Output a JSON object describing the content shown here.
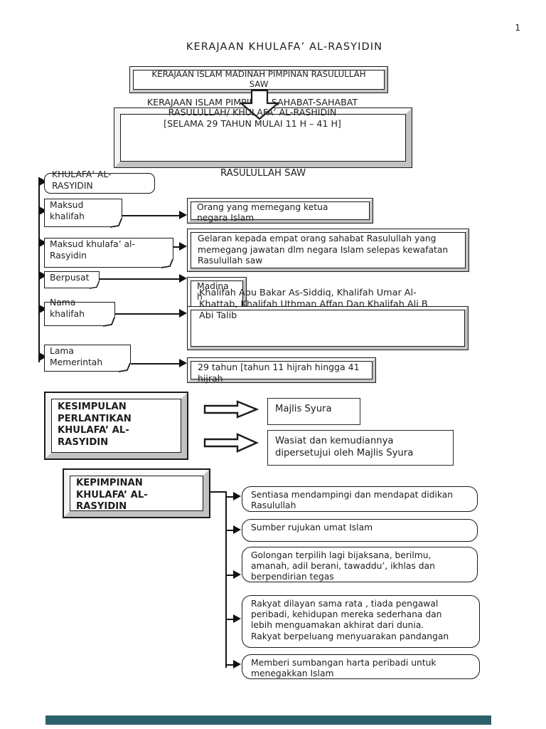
{
  "page": {
    "number": "1",
    "title": "KERAJAAN KHULAFA’ AL-RASYIDIN"
  },
  "flow": {
    "box1": "KERAJAAN ISLAM MADINAH PIMPINAN RASULULLAH\nSAW",
    "line1": "KERAJAAN ISLAM  PIMPINAN  SAHABAT-SAHABAT",
    "line2": "RASULULLAH/ KHULAFA’ AL-RASHIDIN",
    "line3": "[SELAMA 29 TAHUN MULAI 11 H – 41 H]",
    "caption": "RASULULLAH SAW"
  },
  "defs": {
    "root": "KHULAFA’ AL-\nRASYIDIN",
    "items": [
      {
        "label": "Maksud\nkhalifah",
        "value": "Orang yang memegang ketua\nnegara Islam"
      },
      {
        "label": "Maksud khulafa’ al-\nRasyidin",
        "value": "Gelaran kepada empat orang sahabat Rasulullah yang\nmemegang jawatan dlm negara Islam selepas kewafatan\nRasulullah saw"
      },
      {
        "label": "Berpusat",
        "value": "Madina\nh"
      },
      {
        "label": "Nama\nkhalifah",
        "value": "Khalifah Abu Bakar As-Siddiq, Khalifah Umar Al-\nKhattab, Khalifah Uthman Affan Dan Khalifah Ali B\nAbi Talib"
      },
      {
        "label": "Lama\nMemerintah",
        "value": "29 tahun [tahun 11 hijrah hingga 41\nhijrah"
      }
    ]
  },
  "kesimpulan": {
    "title": "KESIMPULAN\nPERLANTIKAN\nKHULAFA’ AL-\nRASYIDIN",
    "items": [
      "Majlis Syura",
      "Wasiat dan kemudiannya\ndipersetujui oleh Majlis Syura"
    ]
  },
  "kepimpinan": {
    "title": "KEPIMPINAN\nKHULAFA’ AL-\nRASYIDIN",
    "items": [
      "Sentiasa mendampingi dan mendapat didikan\nRasulullah",
      "Sumber rujukan umat Islam",
      "Golongan terpilih lagi bijaksana, berilmu,\namanah, adil berani, tawaddu’, ikhlas dan\nberpendirian tegas",
      "Rakyat dilayan sama rata , tiada pengawal\nperibadi, kehidupan mereka sederhana dan\nlebih menguamakan akhirat dari dunia.\nRakyat berpeluang menyuarakan pandangan",
      "Memberi sumbangan harta peribadi untuk\nmenegakkan Islam"
    ]
  },
  "colors": {
    "accent_bar": "#2b626a",
    "ink": "#1a1a1a"
  }
}
